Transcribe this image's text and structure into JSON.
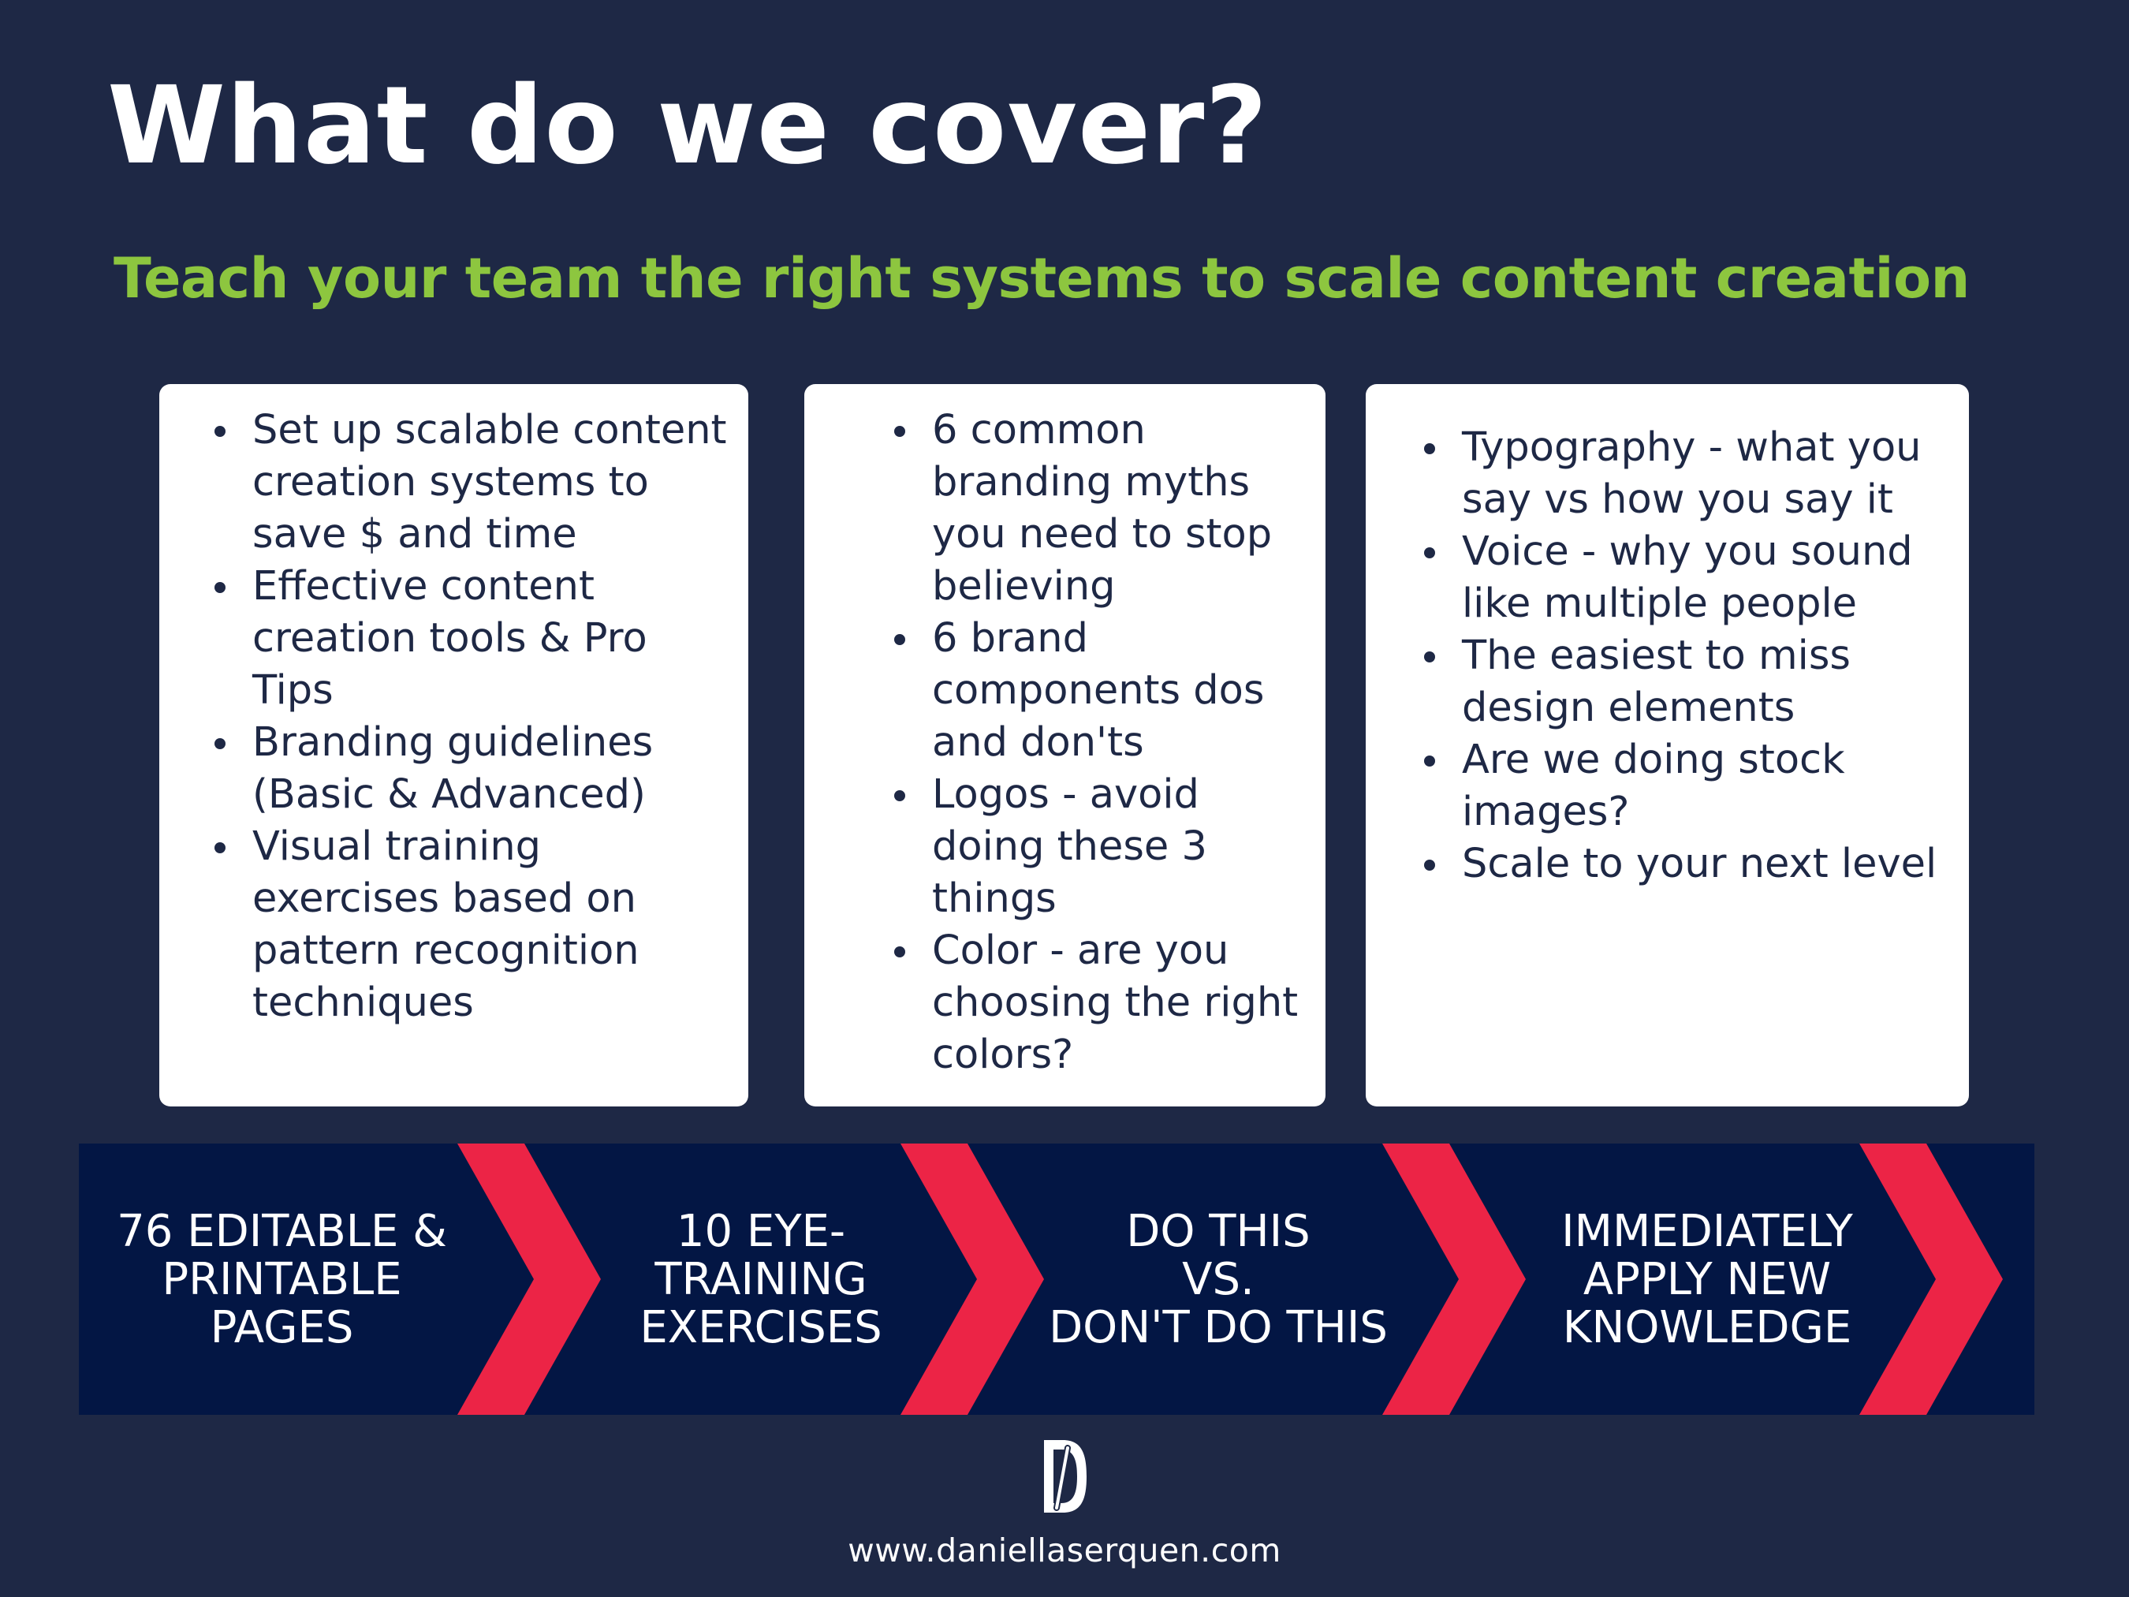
{
  "header": {
    "title": "What do we cover?",
    "subtitle": "Teach your team the right systems to scale content creation"
  },
  "cards": [
    {
      "items": [
        "Set up scalable content creation systems to save $ and time",
        "Effective content creation tools & Pro Tips",
        "Branding guidelines (Basic & Advanced)",
        "Visual training exercises based on pattern recognition techniques"
      ]
    },
    {
      "items": [
        "6 common branding myths you need to stop believing",
        "6 brand components dos and don'ts",
        "Logos - avoid doing these 3 things",
        "Color - are you choosing the right colors?"
      ]
    },
    {
      "items": [
        "Typography - what you say vs how you say it",
        "Voice - why you sound like multiple people",
        "The easiest to miss design elements",
        "Are we doing stock images?",
        "Scale to your next level"
      ]
    }
  ],
  "steps": [
    "76 EDITABLE &\nPRINTABLE\nPAGES",
    "10 EYE-\nTRAINING\nEXERCISES",
    "DO THIS\nVS.\nDON'T DO THIS",
    "IMMEDIATELY\nAPPLY NEW\nKNOWLEDGE"
  ],
  "footer": {
    "url": "www.daniellaserquen.com"
  },
  "colors": {
    "background": "#1e2845",
    "accent_green": "#8dc63f",
    "banner_navy": "#031644",
    "chevron_red": "#ec2446",
    "card": "#ffffff"
  }
}
